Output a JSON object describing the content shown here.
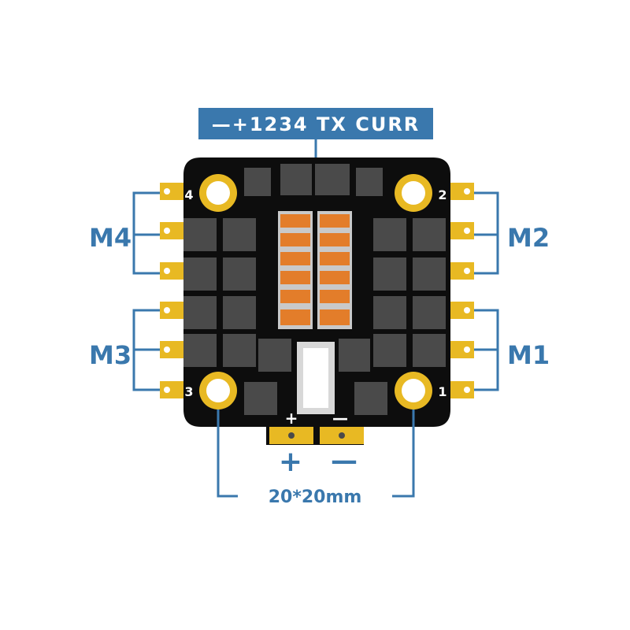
{
  "header_label": "—+1234 TX CURR",
  "motors": {
    "m1": "M1",
    "m2": "M2",
    "m3": "M3",
    "m4": "M4"
  },
  "corner_numbers": {
    "one": "1",
    "two": "2",
    "three": "3",
    "four": "4"
  },
  "power": {
    "plus_silk": "+",
    "minus_silk": "—",
    "plus_label": "+",
    "minus_label": "—"
  },
  "dimension_label": "20*20mm",
  "colors": {
    "annotation_blue": "#3a78ad",
    "pcb_black": "#0d0d0d",
    "gold_pad": "#e8b923",
    "chip_gray": "#4a4a4a",
    "resistor_orange": "#e37d2a"
  }
}
